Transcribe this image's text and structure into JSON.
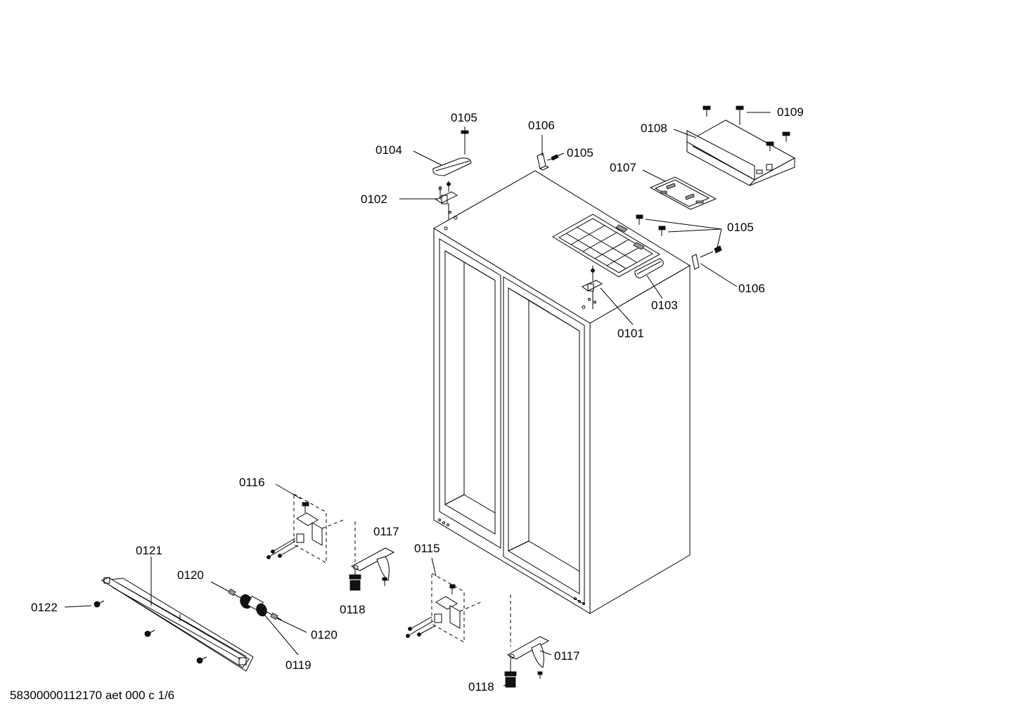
{
  "callouts": [
    {
      "id": "c0105a",
      "label": "0105"
    },
    {
      "id": "c0104",
      "label": "0104"
    },
    {
      "id": "c0106a",
      "label": "0106"
    },
    {
      "id": "c0105b",
      "label": "0105"
    },
    {
      "id": "c0108",
      "label": "0108"
    },
    {
      "id": "c0109",
      "label": "0109"
    },
    {
      "id": "c0102",
      "label": "0102"
    },
    {
      "id": "c0107",
      "label": "0107"
    },
    {
      "id": "c0105c",
      "label": "0105"
    },
    {
      "id": "c0106b",
      "label": "0106"
    },
    {
      "id": "c0103",
      "label": "0103"
    },
    {
      "id": "c0101",
      "label": "0101"
    },
    {
      "id": "c0116",
      "label": "0116"
    },
    {
      "id": "c0117a",
      "label": "0117"
    },
    {
      "id": "c0115",
      "label": "0115"
    },
    {
      "id": "c0121",
      "label": "0121"
    },
    {
      "id": "c0120a",
      "label": "0120"
    },
    {
      "id": "c0118a",
      "label": "0118"
    },
    {
      "id": "c0122",
      "label": "0122"
    },
    {
      "id": "c0120b",
      "label": "0120"
    },
    {
      "id": "c0119",
      "label": "0119"
    },
    {
      "id": "c0117b",
      "label": "0117"
    },
    {
      "id": "c0118b",
      "label": "0118"
    }
  ],
  "footer": {
    "text": "58300000112170 aet 000 c 1/6"
  },
  "colors": {
    "line": "#000000",
    "background": "#ffffff"
  }
}
